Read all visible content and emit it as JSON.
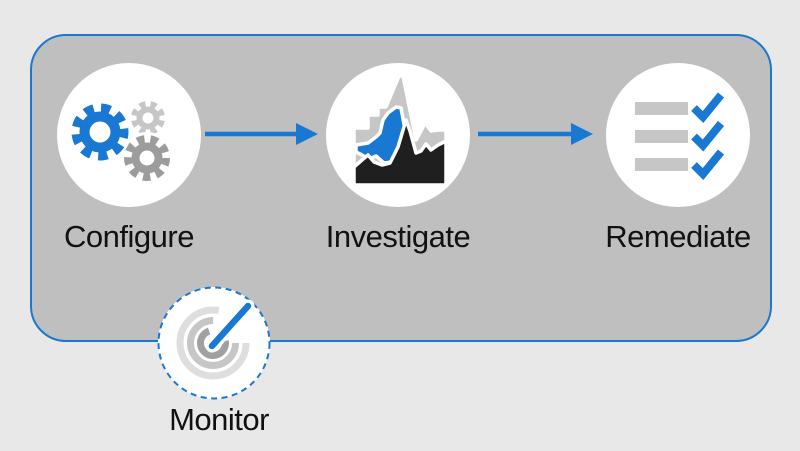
{
  "diagram": {
    "title": "Configure, Investigate, Remediate, Monitor process flow",
    "colors": {
      "background": "#e8e8e8",
      "panel_fill": "#bfbfbf",
      "panel_border_blue": "#1878d2",
      "accent_blue": "#1878d2",
      "icon_light_gray": "#c6c6c6",
      "icon_mid_gray": "#9c9c9c",
      "icon_dark": "#1f1f1f",
      "node_fill": "#ffffff",
      "label_text": "#111111"
    },
    "nodes": [
      {
        "id": "configure",
        "label": "Configure",
        "icon": "gears-icon",
        "border": "solid-none"
      },
      {
        "id": "investigate",
        "label": "Investigate",
        "icon": "area-chart-icon",
        "border": "solid-none"
      },
      {
        "id": "remediate",
        "label": "Remediate",
        "icon": "checklist-icon",
        "border": "solid-none"
      },
      {
        "id": "monitor",
        "label": "Monitor",
        "icon": "monitor-gauge-icon",
        "border": "dashed-blue"
      }
    ],
    "connectors": [
      {
        "from": "configure",
        "to": "investigate",
        "style": "blue-arrow-right"
      },
      {
        "from": "investigate",
        "to": "remediate",
        "style": "blue-arrow-right"
      }
    ]
  }
}
